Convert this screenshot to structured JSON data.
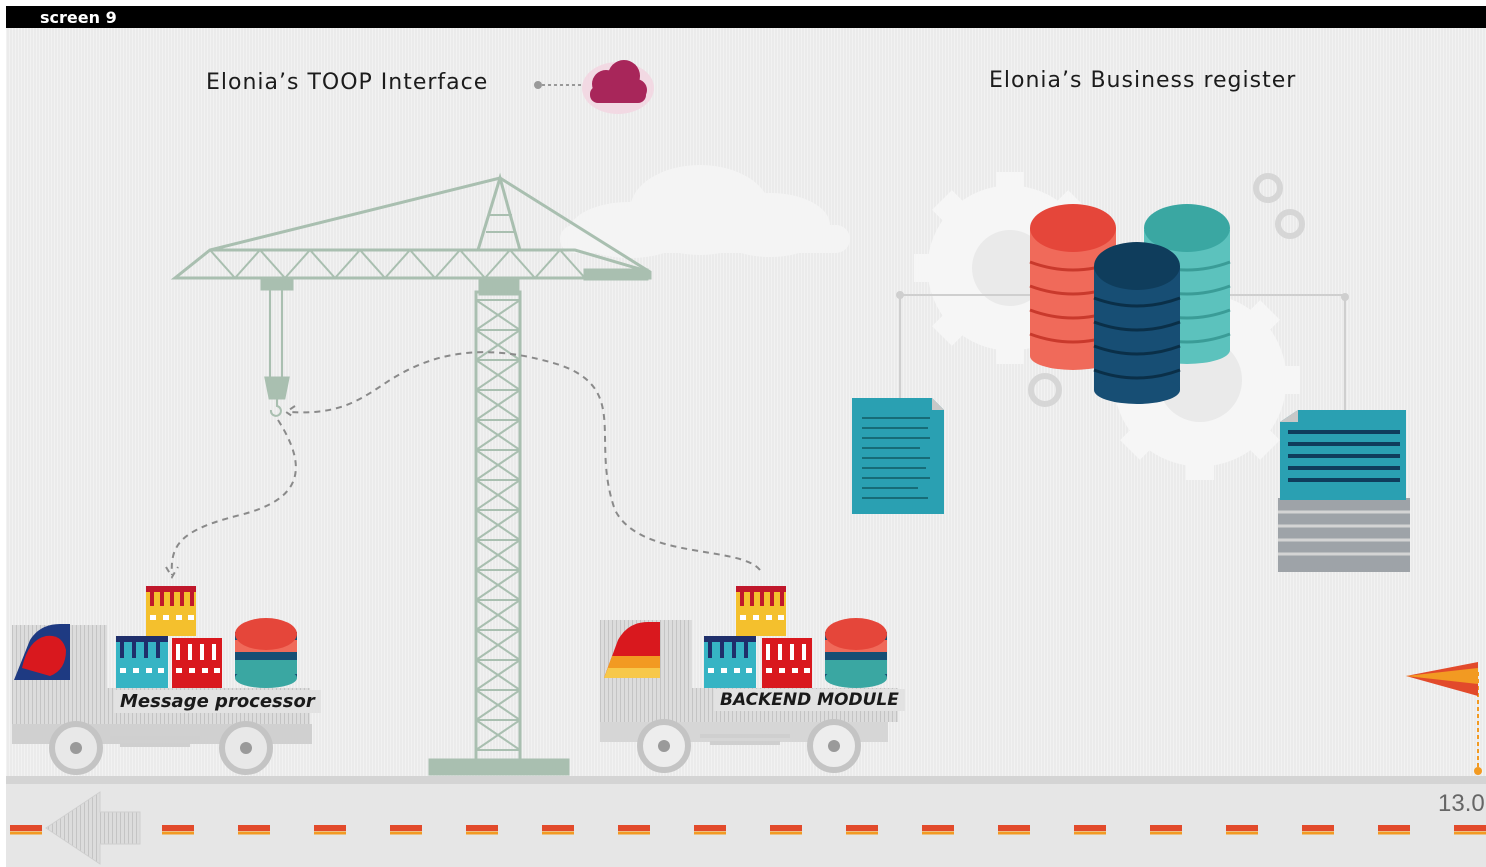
{
  "slide": {
    "screen_label": "screen 9",
    "page_number": "13.0"
  },
  "titles": {
    "toop_interface": "Elonia’s TOOP Interface",
    "business_register": "Elonia’s Business register"
  },
  "trucks": {
    "left_label": "Message processor",
    "right_label": "BACKEND MODULE"
  },
  "colors": {
    "crane": "#a9bfb0",
    "cloud_icon": "#a8265a",
    "db_red": "#e5463a",
    "db_teal": "#3aa7a2",
    "db_navy": "#0f3d5c",
    "doc_teal": "#2aa0b2",
    "road_dash_red": "#e24a2b",
    "road_dash_orange": "#f29a22"
  },
  "icons": [
    "cloud-icon",
    "crane",
    "gear-icon",
    "database-icon",
    "document-icon",
    "stacked-documents-icon",
    "truck-icon",
    "binder-icon",
    "flag-icon",
    "back-arrow-icon"
  ]
}
